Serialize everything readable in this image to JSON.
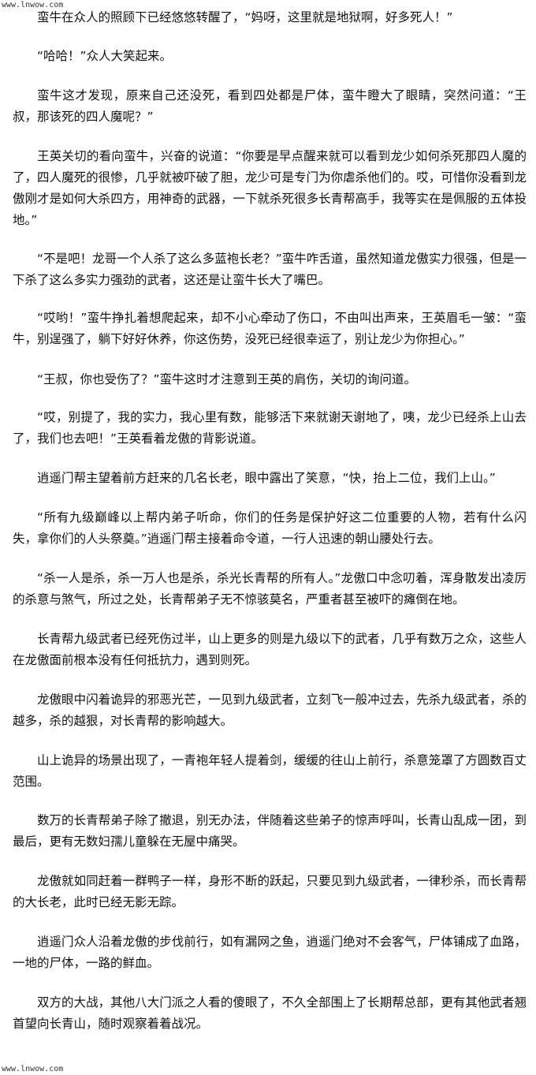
{
  "watermark": {
    "top": "www.lnwow.com",
    "bottom": "www.lnwow.com"
  },
  "paragraphs": [
    "蛮牛在众人的照顾下已经悠悠转醒了，“妈呀，这里就是地狱啊，好多死人！”",
    "“哈哈！”众人大笑起来。",
    "蛮牛这才发现，原来自己还没死，看到四处都是尸体，蛮牛瞪大了眼睛，突然问道：“王叔，那该死的四人魔呢？”",
    "王英关切的看向蛮牛，兴奋的说道：“你要是早点醒来就可以看到龙少如何杀死那四人魔的了，四人魔死的很惨，几乎就被吓破了胆，龙少可是专门为你虐杀他们的。哎，可惜你没看到龙傲刚才是如何大杀四方，用神奇的武器，一下就杀死很多长青帮高手，我等实在是佩服的五体投地。”",
    "“不是吧！龙哥一个人杀了这么多蓝袍长老？”蛮牛咋舌道，虽然知道龙傲实力很强，但是一下杀了这么多实力强劲的武者，这还是让蛮牛长大了嘴巴。",
    "“哎哟！”蛮牛挣扎着想爬起来，却不小心牵动了伤口，不由叫出声来，王英眉毛一皱：“蛮牛，别逞强了，躺下好好休养，你这伤势，没死已经很幸运了，别让龙少为你担心。”",
    "“王叔，你也受伤了？”蛮牛这时才注意到王英的肩伤，关切的询问道。",
    "“哎，别提了，我的实力，我心里有数，能够活下来就谢天谢地了，咦，龙少已经杀上山去了，我们也去吧！”王英看着龙傲的背影说道。",
    "逍遥门帮主望着前方赶来的几名长老，眼中露出了笑意，“快，抬上二位，我们上山。”",
    "“所有九级巅峰以上帮内弟子听命，你们的任务是保护好这二位重要的人物，若有什么闪失，拿你们的人头祭奠。”逍遥门帮主接着命令道，一行人迅速的朝山腰处行去。",
    "“杀一人是杀，杀一万人也是杀，杀光长青帮的所有人。”龙傲口中念叨着，浑身散发出凌厉的杀意与煞气，所过之处，长青帮弟子无不惊骇莫名，严重者甚至被吓的瘫倒在地。",
    "长青帮九级武者已经死伤过半，山上更多的则是九级以下的武者，几乎有数万之众，这些人在龙傲面前根本没有任何抵抗力，遇到则死。",
    "龙傲眼中闪着诡异的邪恶光芒，一见到九级武者，立刻飞一般冲过去，先杀九级武者，杀的越多，杀的越狠，对长青帮的影响越大。",
    "山上诡异的场景出现了，一青袍年轻人提着剑，缓缓的往山上前行，杀意笼罩了方圆数百丈范围。",
    "数万的长青帮弟子除了撤退，别无办法，伴随着这些弟子的惊声呼叫，长青山乱成一团，到最后，更有无数妇孺儿童躲在无屋中痛哭。",
    "龙傲就如同赶着一群鸭子一样，身形不断的跃起，只要见到九级武者，一律秒杀，而长青帮的大长老，此时已经无影无踪。",
    "逍遥门众人沿着龙傲的步伐前行，如有漏网之鱼，逍遥门绝对不会客气，尸体铺成了血路，一地的尸体，一路的鲜血。",
    "双方的大战，其他八大门派之人看的傻眼了，不久全部围上了长期帮总部，更有其他武者翘首望向长青山，随时观察着着战况。"
  ]
}
